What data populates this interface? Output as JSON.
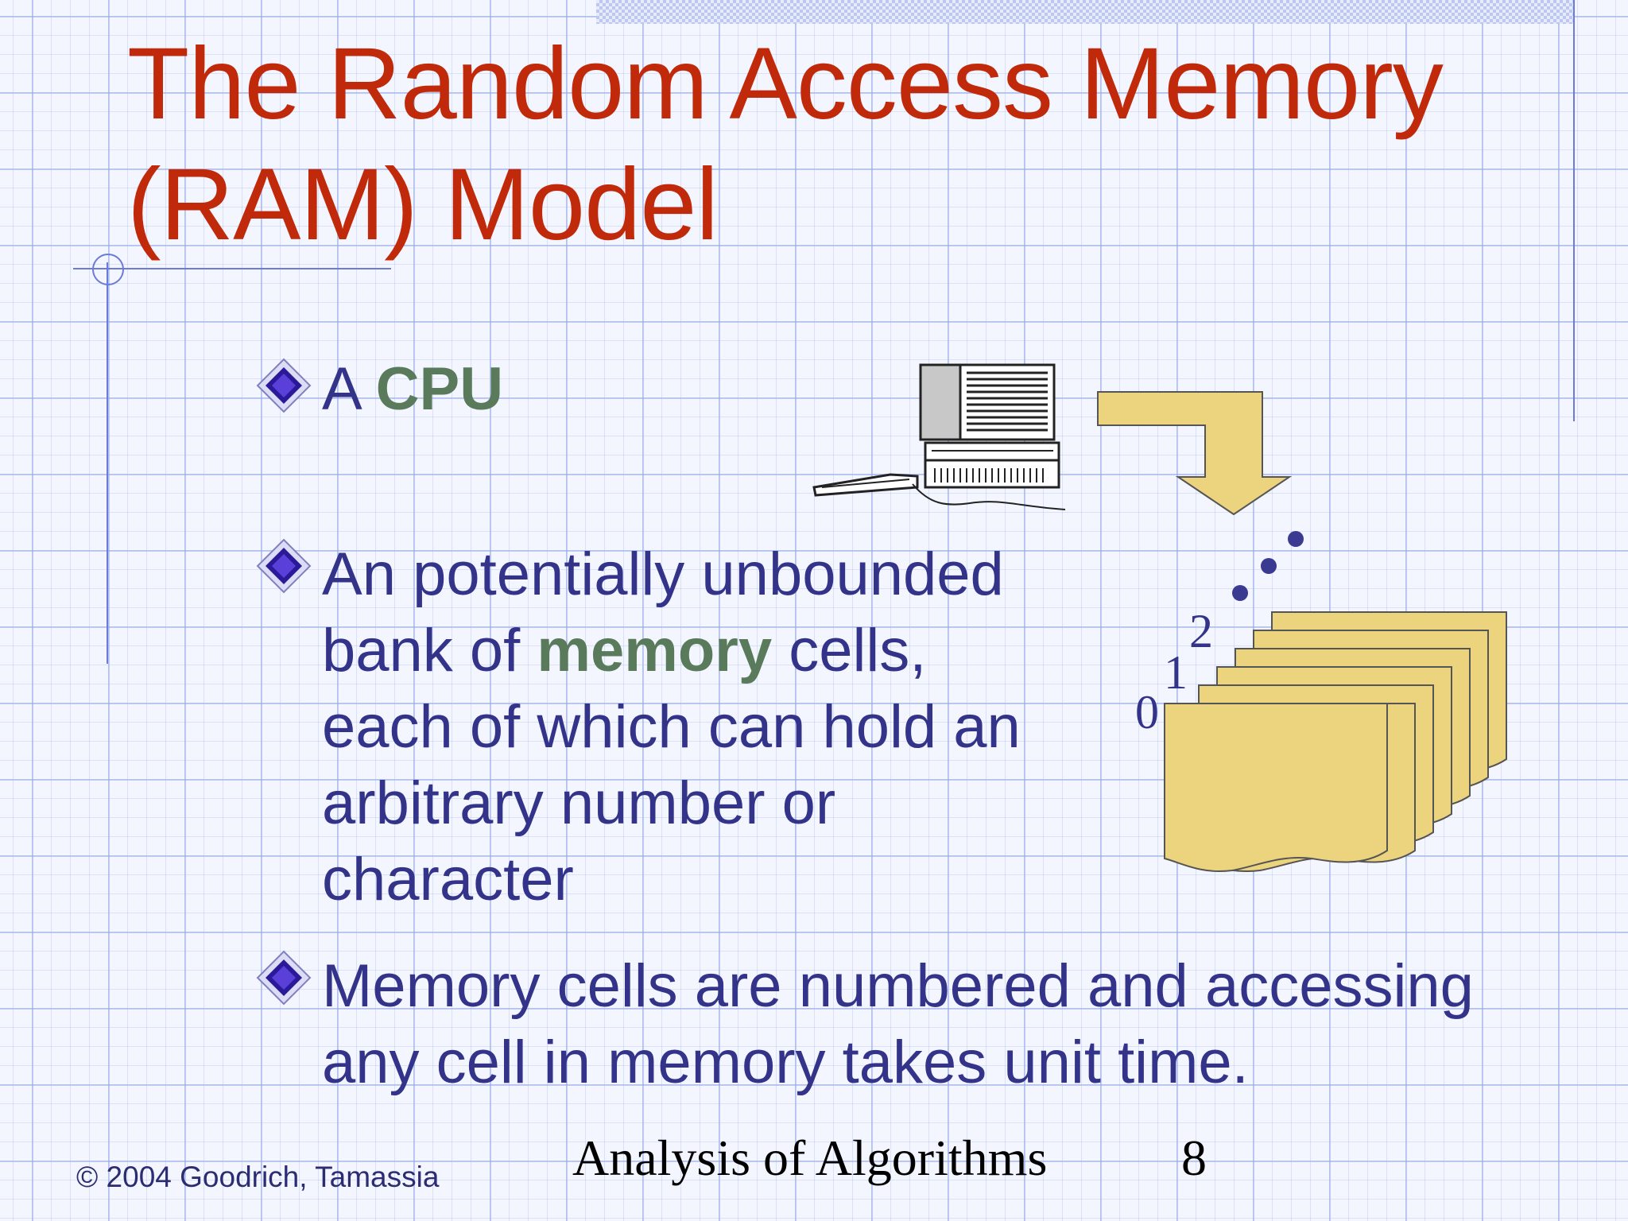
{
  "slide": {
    "title_line1": "The Random Access Memory",
    "title_line2": "(RAM) Model",
    "bullets": [
      {
        "prefix": "A ",
        "highlight": "CPU"
      },
      {
        "line1_pre": "An potentially unbounded",
        "line2_pre": "bank of ",
        "line2_highlight": "memory",
        "line2_post": " cells,",
        "line3": "each of which can hold an",
        "line4": "arbitrary number or",
        "line5": "character"
      },
      {
        "line1": "Memory cells are numbered and accessing",
        "line2": "any cell in memory takes unit time."
      }
    ],
    "cell_indices": [
      "0",
      "1",
      "2"
    ],
    "footer": {
      "copyright": "© 2004 Goodrich, Tamassia",
      "course_title": "Analysis of Algorithms",
      "page_number": "8"
    },
    "colors": {
      "title": "#c02a0a",
      "body_text": "#33338a",
      "highlight": "#5a7a5c",
      "bullet_diamond": "#2a1a9a",
      "memory_fill": "#ecd37e"
    }
  }
}
